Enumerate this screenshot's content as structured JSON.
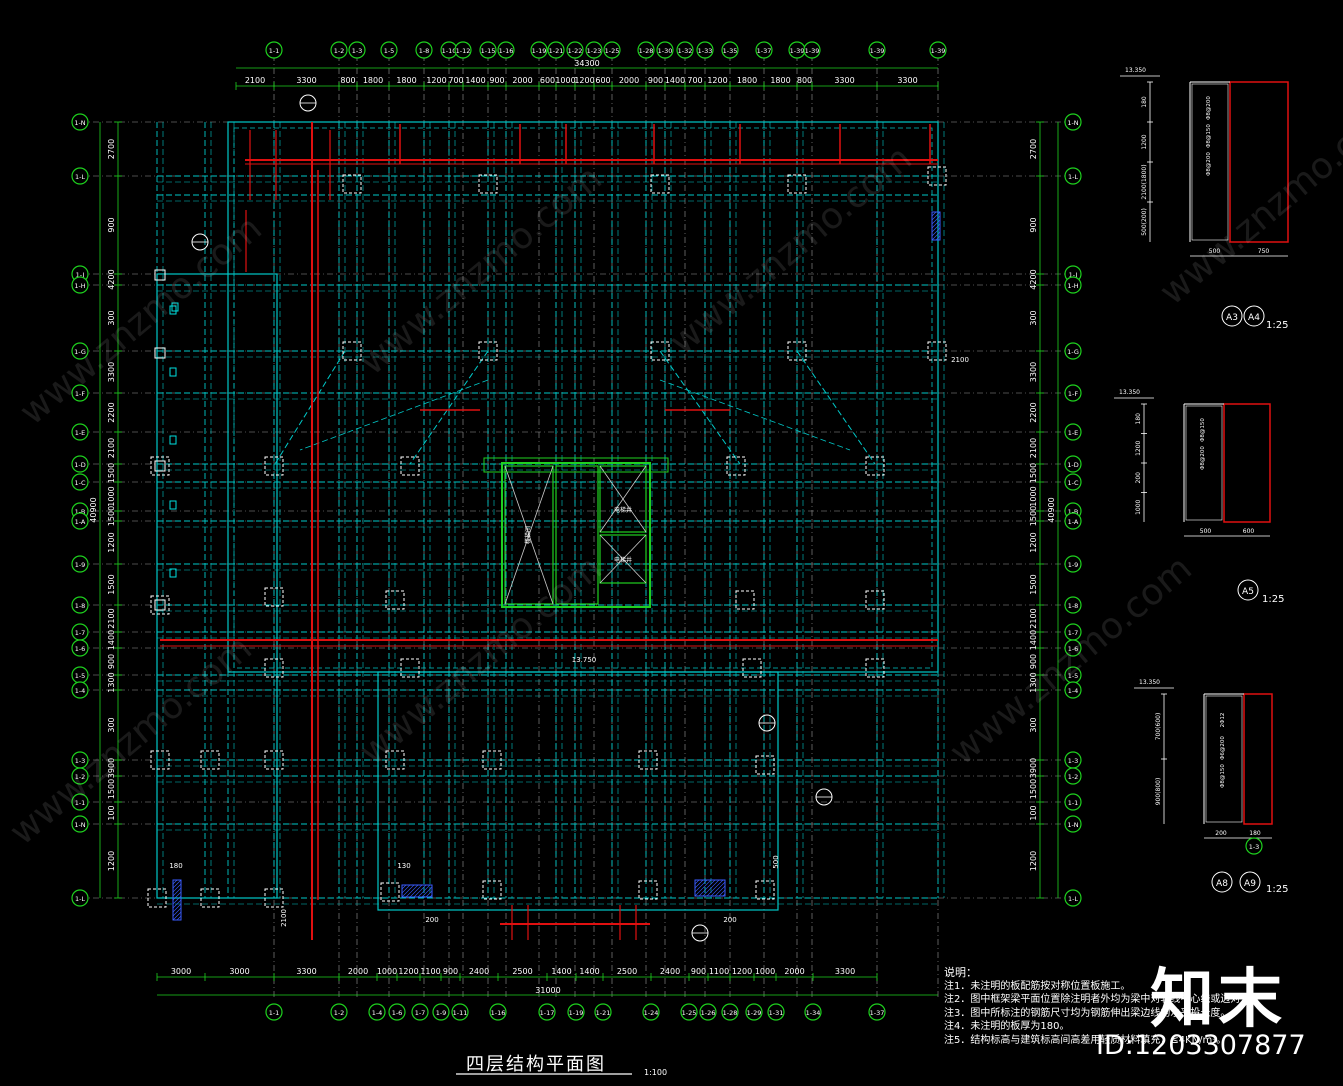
{
  "colors": {
    "axis": "#1ed21e",
    "beam": "#00c8c8",
    "rebar": "#e01010",
    "wall": "#00e0e0",
    "core": "#20d020",
    "text": "#ffffff",
    "dim": "#ffffff",
    "struct_blue": "#3a5cff"
  },
  "plan": {
    "top_axes": [
      "1-1",
      "1-2",
      "1-3",
      "1-5",
      "1-8",
      "1-10",
      "1-12",
      "1-15",
      "1-16",
      "1-19",
      "1-21",
      "1-22",
      "1-23",
      "1-25",
      "1-28",
      "1-30",
      "1-32",
      "1-33",
      "1-35",
      "1-37",
      "1-39"
    ],
    "bottom_axes": [
      "1-1",
      "1-2",
      "1-4",
      "1-6",
      "1-7",
      "1-9",
      "1-11",
      "1-16",
      "1-17",
      "1-19",
      "1-21",
      "1-24",
      "1-25",
      "1-26",
      "1-28",
      "1-29",
      "1-31",
      "1-34",
      "1-37"
    ],
    "left_axes": [
      "1-N",
      "1-L",
      "1-J",
      "1-H",
      "1-G",
      "1-F",
      "1-E",
      "1-D",
      "1-C",
      "1-B",
      "1-A",
      "1-9",
      "1-8",
      "1-7",
      "1-6",
      "1-5",
      "1-4",
      "1-3",
      "1-2",
      "1-1"
    ],
    "top_total": "34300",
    "bottom_total": "31000",
    "side_total": "40900",
    "top_dims": [
      "2100",
      "3300",
      "800",
      "1800",
      "1800",
      "1200",
      "700",
      "1400",
      "900",
      "2000",
      "600",
      "1000",
      "1200",
      "600",
      "2000",
      "900",
      "1400",
      "700",
      "1200",
      "1800",
      "1800",
      "800",
      "3300",
      "3300"
    ],
    "bottom_dims": [
      "3000",
      "3000",
      "3300",
      "2000",
      "1000",
      "1200",
      "1100",
      "900",
      "2400",
      "2500",
      "1400",
      "1400",
      "2500",
      "2400",
      "900",
      "1100",
      "1200",
      "1000",
      "2000",
      "3300"
    ],
    "left_dims": [
      "2700",
      "900",
      "4200",
      "300",
      "3300",
      "2200",
      "2100",
      "1500",
      "1000",
      "1500",
      "1200",
      "1500",
      "2100",
      "1400",
      "900",
      "1300",
      "300",
      "3900",
      "1500",
      "100",
      "1200",
      "3900"
    ],
    "right_dims": [
      "2700",
      "900",
      "4200",
      "300",
      "3300",
      "2200",
      "2100",
      "1500",
      "1000",
      "1500",
      "1200",
      "1500",
      "2100",
      "1400",
      "900",
      "1300",
      "300",
      "3900",
      "1500",
      "100",
      "1200",
      "3900"
    ],
    "level_label": "13.750",
    "stair_label": "楼梯间",
    "elevator_label": "电梯井",
    "small_dims": [
      "2100",
      "180",
      "130",
      "200",
      "500",
      "200",
      "2100"
    ]
  },
  "details": {
    "d1": {
      "elev": "13.350",
      "dims_v": [
        "180",
        "1200",
        "2100(1800)",
        "500(200)"
      ],
      "dims_h": [
        "500",
        "750"
      ],
      "labels": [
        "Φ8@200",
        "Φ8@150",
        "Φ8@200"
      ],
      "tag_a": "A3",
      "tag_b": "A4",
      "scale": "1:25"
    },
    "d2": {
      "elev": "13.350",
      "dims_v": [
        "180",
        "1200",
        "200",
        "1000"
      ],
      "dims_h": [
        "500",
        "600"
      ],
      "labels": [
        "Φ8@150",
        "Φ8@200"
      ],
      "tag_a": "A5",
      "scale": "1:25"
    },
    "d3": {
      "elev": "13.350",
      "dims_v": [
        "700(600)",
        "900(800)"
      ],
      "dims_h": [
        "200",
        "180"
      ],
      "labels": [
        "2Φ12",
        "Φ6@200",
        "Φ8@150"
      ],
      "tag_a": "A8",
      "tag_b": "A9",
      "axis": "1-3",
      "scale": "1:25"
    }
  },
  "notes": {
    "head": "说明：",
    "lines": [
      "注1．未注明的板配筋按对称位置板施工。",
      "注2．图中框架梁平面位置除注明者外均为梁中对轴线中心线或边对齐。",
      "注3．图中所标注的钢筋尺寸均为钢筋伸出梁边线的水平投长度。",
      "注4．未注明的板厚为180。",
      "注5．结构标高与建筑标高间高差用轻质材料填充，≤4KN/m³。"
    ]
  },
  "title": "四层结构平面图",
  "scale": "1:100",
  "brand": {
    "name": "知末",
    "id": "ID:1203307877"
  },
  "watermark": "www.znzmo.com"
}
